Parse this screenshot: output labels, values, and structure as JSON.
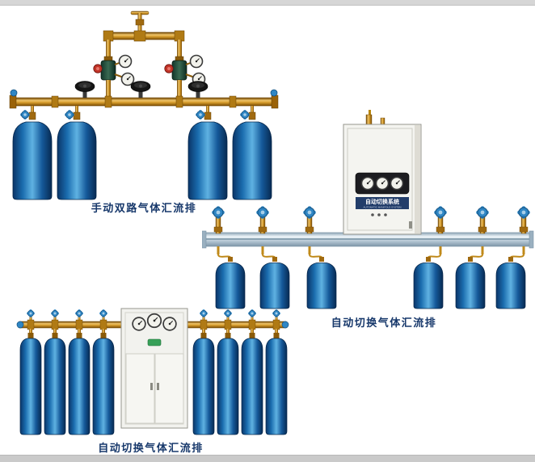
{
  "page": {
    "background": "#ffffff",
    "top_strip_color": "#d6d6d6",
    "bottom_strip_color": "#cacaca"
  },
  "captions": {
    "manual_dual": "手动双路气体汇流排",
    "auto_switch_right": "自动切换气体汇流排",
    "auto_switch_bottom": "自动切换气体汇流排"
  },
  "cabinet": {
    "label_cn": "自动切换系统",
    "label_en": "AUTOMATIC MANIFOLD SYSTEM"
  },
  "colors": {
    "caption_text": "#17386b",
    "brass": "#c8881a",
    "cylinder_blue": "#1a6cae",
    "handle_blue": "#2f86c4",
    "regulator_green": "#2c5a46",
    "regulator_red": "#c23428",
    "rail_silver": "#b8c9d6",
    "cabinet_body": "#f4f4f0"
  }
}
